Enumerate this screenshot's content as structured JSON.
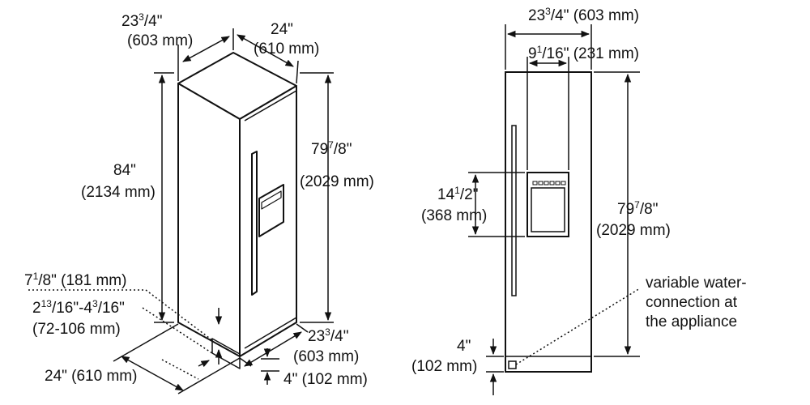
{
  "side_view": {
    "top_depth": {
      "whole": "23",
      "frac_num": "3",
      "frac_den": "4",
      "unit": "\"",
      "mm": "(603 mm)"
    },
    "top_width": {
      "in": "24\"",
      "mm": "(610 mm)"
    },
    "total_height": {
      "in": "84\"",
      "mm": "(2134 mm)"
    },
    "cabinet_height": {
      "whole": "79",
      "frac_num": "7",
      "frac_den": "8",
      "unit": "\"",
      "mm": "(2029 mm)"
    },
    "toe_kick_depth": {
      "whole": "7",
      "frac_num": "1",
      "frac_den": "8",
      "rest": "\" (181 mm)"
    },
    "toe_kick_range": {
      "w1": "2",
      "n1": "13",
      "d1": "16",
      "mid": "\"-4",
      "n2": "3",
      "d2": "16",
      "end": "\"",
      "mm": "(72-106 mm)"
    },
    "bottom_depth": {
      "whole": "23",
      "frac_num": "3",
      "frac_den": "4",
      "unit": "\"",
      "mm": "(603 mm)"
    },
    "bottom_width": "24\" (610 mm)",
    "base_height": "4\" (102 mm)"
  },
  "front_view": {
    "width": {
      "whole": "23",
      "frac_num": "3",
      "frac_den": "4",
      "rest": "\" (603 mm)"
    },
    "dispenser_offset": {
      "whole": "9",
      "frac_num": "1",
      "frac_den": "16",
      "rest": "\" (231 mm)"
    },
    "dispenser_height": {
      "whole": "14",
      "frac_num": "1",
      "frac_den": "2",
      "unit": "\"",
      "mm": "(368 mm)"
    },
    "cabinet_height": {
      "whole": "79",
      "frac_num": "7",
      "frac_den": "8",
      "unit": "\"",
      "mm": "(2029 mm)"
    },
    "base_height": {
      "in": "4\"",
      "mm": "(102 mm)"
    },
    "water_note": [
      "variable water-",
      "connection at",
      "the appliance"
    ]
  },
  "colors": {
    "line": "#111111",
    "panel_face": "#ffffff",
    "background": "#ffffff"
  }
}
